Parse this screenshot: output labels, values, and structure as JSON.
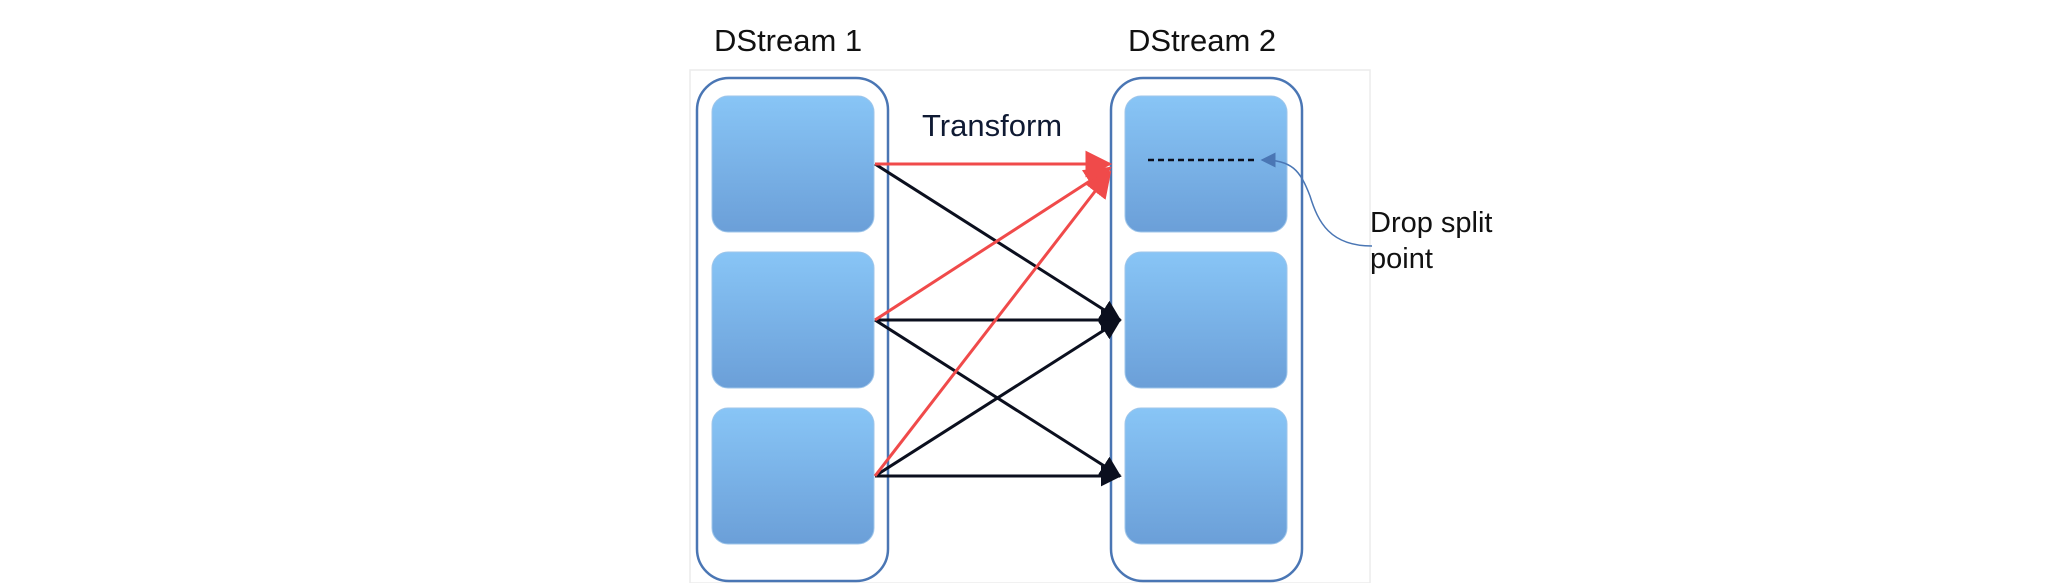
{
  "streams": {
    "left": {
      "title": "DStream 1"
    },
    "right": {
      "title": "DStream 2"
    }
  },
  "edge_label": "Transform",
  "annotation": {
    "lines": [
      "Drop split",
      "point"
    ]
  },
  "colors": {
    "container_stroke": "#4a76b4",
    "partition_fill_top": "#86c3f4",
    "partition_fill_bottom": "#6ea4dc",
    "highlight_edge": "#f04a4a",
    "normal_edge": "#0b0f1e"
  }
}
